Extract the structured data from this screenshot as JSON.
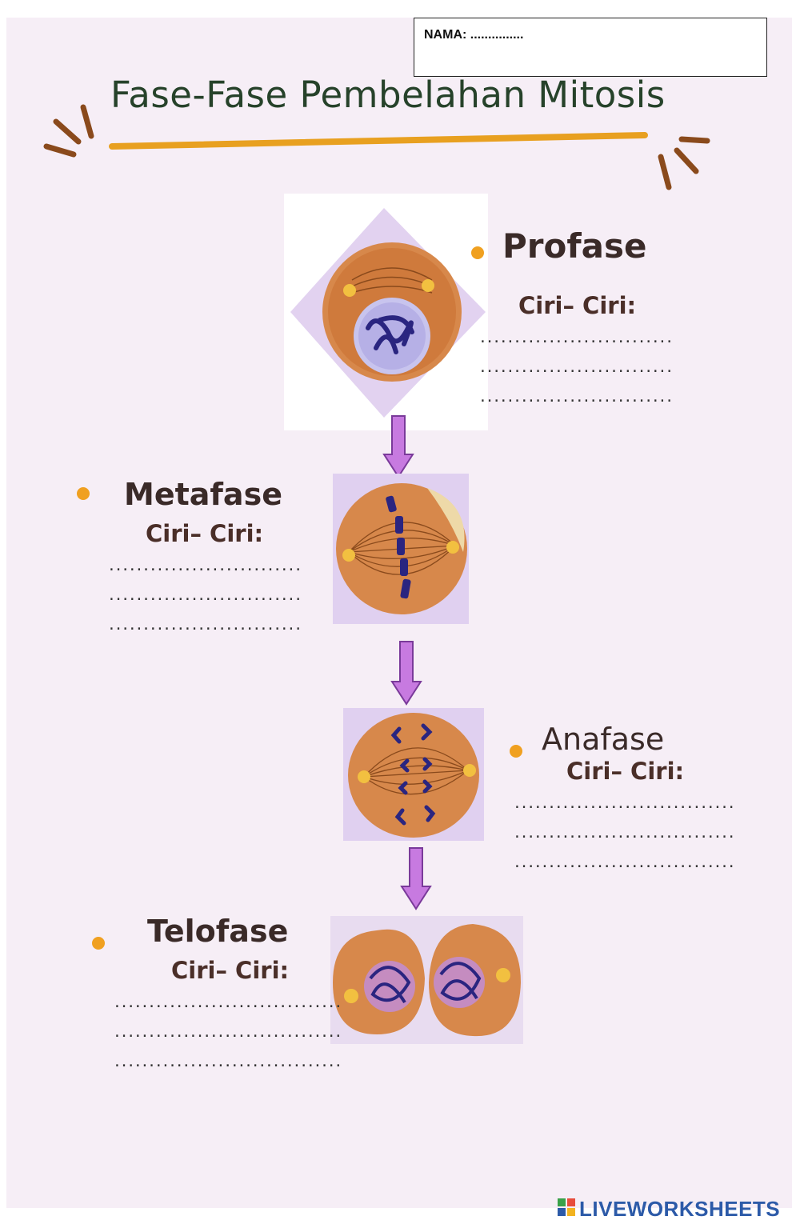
{
  "header": {
    "name_label": "NAMA: ..............."
  },
  "title": "Fase-Fase Pembelahan Mitosis",
  "phases": [
    {
      "name": "Profase",
      "ciri_label": "Ciri– Ciri:",
      "lines": [
        "..............................",
        "..............................",
        ".............................."
      ]
    },
    {
      "name": "Metafase",
      "ciri_label": "Ciri– Ciri:",
      "lines": [
        "..............................",
        "..............................",
        ".............................."
      ]
    },
    {
      "name": "Anafase",
      "ciri_label": "Ciri– Ciri:",
      "lines": [
        "..................................",
        "..................................",
        ".................................."
      ]
    },
    {
      "name": "Telofase",
      "ciri_label": "Ciri– Ciri:",
      "lines": [
        "....................................",
        "....................................",
        "...................................."
      ]
    }
  ],
  "footer": {
    "brand": "LIVEWORKSHEETS"
  },
  "colors": {
    "background": "#f6eef6",
    "title": "#26422a",
    "underline": "#e8a020",
    "bullet": "#f0a020",
    "arrow": "#c77ae0",
    "cell": "#d7884b",
    "chromosome": "#2a2580"
  }
}
